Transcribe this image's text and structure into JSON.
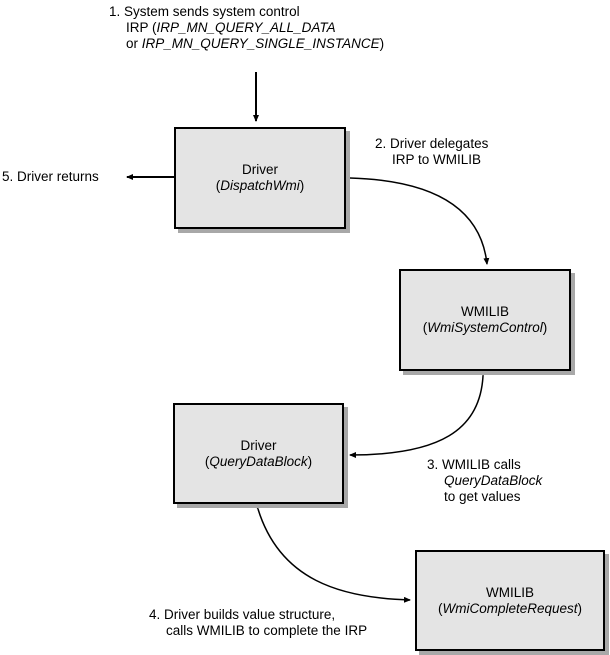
{
  "steps": {
    "step1": {
      "number": "1.",
      "line1": "System sends system control",
      "line2_prefix": "IRP (",
      "line2_italic": "IRP_MN_QUERY_ALL_DATA",
      "line3_prefix": "or ",
      "line3_italic": "IRP_MN_QUERY_SINGLE_INSTANCE",
      "line3_suffix": ")"
    },
    "step2": {
      "number": "2.",
      "line1": "Driver delegates",
      "line2": "IRP to WMILIB"
    },
    "step3": {
      "number": "3.",
      "line1": "WMILIB calls",
      "line2_italic": "QueryDataBlock",
      "line3": "to get values"
    },
    "step4": {
      "number": "4.",
      "line1": "Driver builds value structure,",
      "line2": "calls WMILIB to complete the IRP"
    },
    "step5": {
      "number": "5.",
      "line1": "Driver returns"
    }
  },
  "boxes": [
    {
      "title": "Driver",
      "routine": "DispatchWmi"
    },
    {
      "title": "WMILIB",
      "routine": "WmiSystemControl"
    },
    {
      "title": "Driver",
      "routine": "QueryDataBlock"
    },
    {
      "title": "WMILIB",
      "routine": "WmiCompleteRequest"
    }
  ],
  "open_paren": "(",
  "close_paren": ")"
}
